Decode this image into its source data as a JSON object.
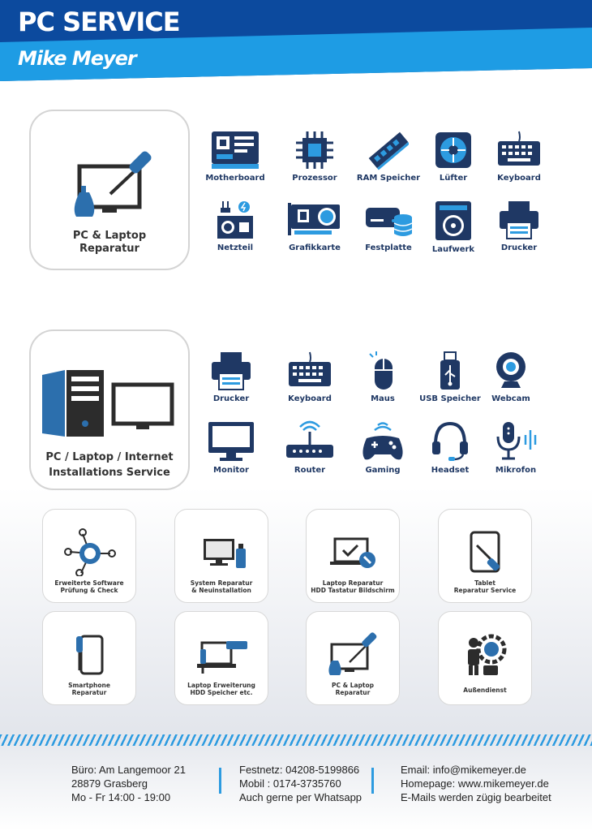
{
  "header": {
    "title": "PC SERVICE",
    "subtitle": "Mike Meyer"
  },
  "colors": {
    "navy": "#1f3864",
    "blue": "#2d9be0",
    "header_dark": "#0a3d85"
  },
  "section1": {
    "title_line1": "PC & Laptop",
    "title_line2": "Reparatur",
    "items": [
      "Motherboard",
      "Prozessor",
      "RAM Speicher",
      "Lüfter",
      "Keyboard",
      "Netzteil",
      "Grafikkarte",
      "Festplatte",
      "Laufwerk",
      "Drucker"
    ]
  },
  "section2": {
    "title_line1": "PC / Laptop / Internet",
    "title_line2": "Installations Service",
    "items": [
      "Drucker",
      "Keyboard",
      "Maus",
      "USB Speicher",
      "Webcam",
      "Monitor",
      "Router",
      "Gaming",
      "Headset",
      "Mikrofon"
    ]
  },
  "tiles": [
    {
      "line1": "Erweiterte Software",
      "line2": "Prüfung & Check"
    },
    {
      "line1": "System Reparatur",
      "line2": "& Neuinstallation"
    },
    {
      "line1": "Laptop Reparatur",
      "line2": "HDD Tastatur Bildschirm"
    },
    {
      "line1": "Tablet",
      "line2": "Reparatur Service"
    },
    {
      "line1": "Smartphone",
      "line2": "Reparatur"
    },
    {
      "line1": "Laptop Erweiterung",
      "line2": "HDD Speicher etc."
    },
    {
      "line1": "PC & Laptop",
      "line2": "Reparatur"
    },
    {
      "line1": "Außendienst",
      "line2": ""
    }
  ],
  "footer": {
    "col1": [
      "Büro: Am Langemoor 21",
      "28879 Grasberg",
      "Mo - Fr  14:00 - 19:00"
    ],
    "col2": [
      "Festnetz: 04208-5199866",
      "Mobil : 0174-3735760",
      "Auch gerne per Whatsapp"
    ],
    "col3": [
      "Email: info@mikemeyer.de",
      "Homepage: www.mikemeyer.de",
      "E-Mails werden zügig bearbeitet"
    ]
  }
}
